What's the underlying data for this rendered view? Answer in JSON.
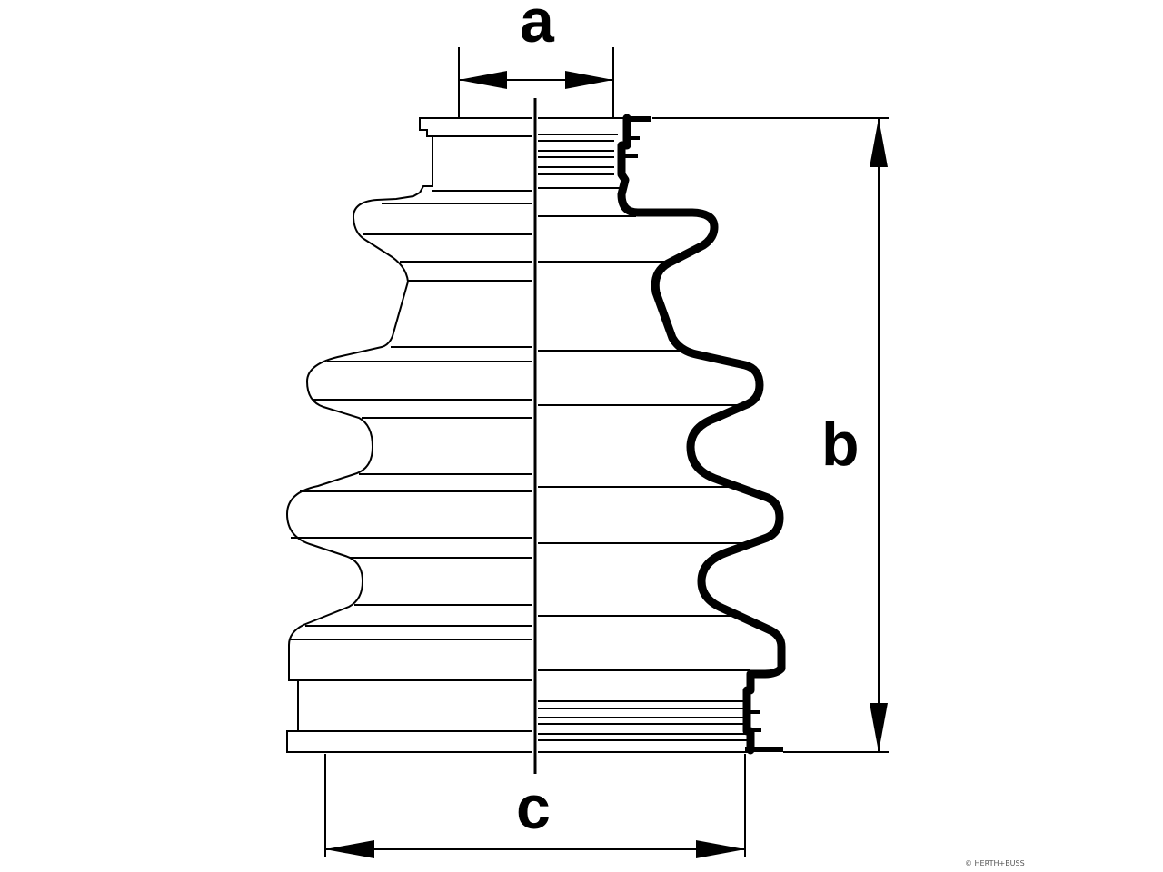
{
  "dimensions": {
    "a": "a",
    "b": "b",
    "c": "c"
  },
  "watermark": "© HERTH+BUSS",
  "colors": {
    "line": "#000000",
    "background": "#ffffff"
  }
}
